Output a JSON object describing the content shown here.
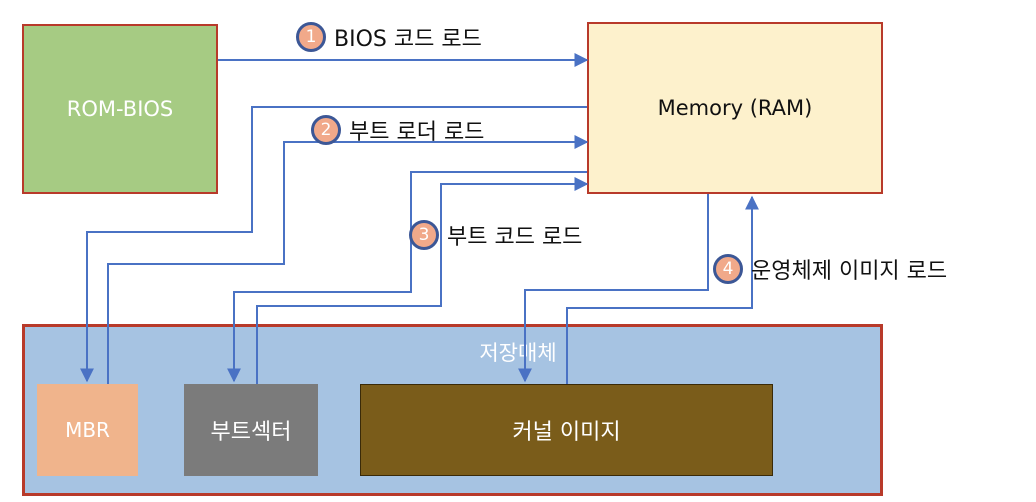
{
  "boxes": {
    "rom_bios": "ROM-BIOS",
    "memory": "Memory (RAM)",
    "storage": "저장매체",
    "mbr": "MBR",
    "boot_sector": "부트섹터",
    "kernel_image": "커널 이미지"
  },
  "steps": [
    {
      "number": "1",
      "label": "BIOS 코드 로드"
    },
    {
      "number": "2",
      "label": "부트 로더 로드"
    },
    {
      "number": "3",
      "label": "부트 코드 로드"
    },
    {
      "number": "4",
      "label": "운영체제 이미지 로드"
    }
  ],
  "colors": {
    "rom_fill": "#a6cb83",
    "memory_fill": "#fdf1cc",
    "storage_fill": "#a6c3e2",
    "mbr_fill": "#f0b48c",
    "boot_sector_fill": "#7b7b7b",
    "kernel_fill": "#7a5c1a",
    "box_border": "#b83a2a",
    "arrow": "#4a72c4"
  }
}
